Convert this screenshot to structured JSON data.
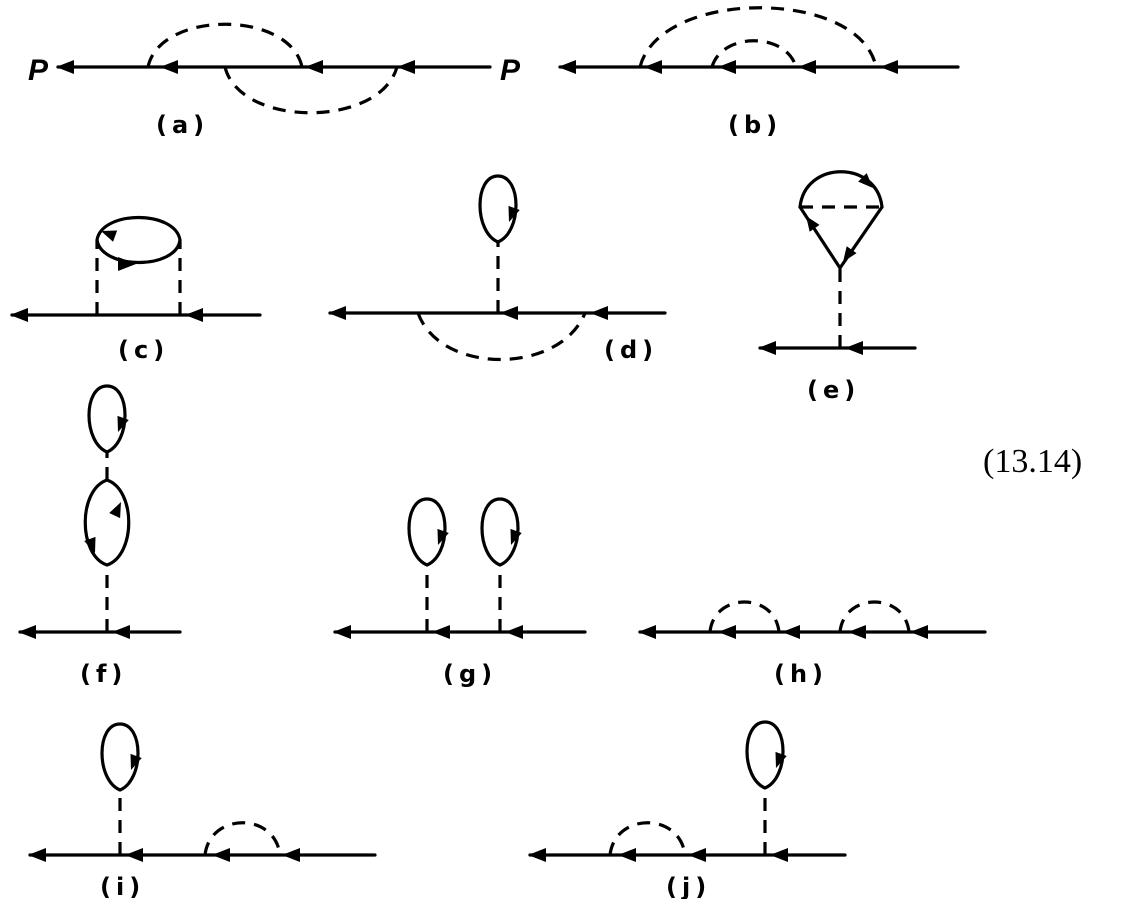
{
  "equation_number": "(13.14)",
  "momentum_label": "P",
  "labels": {
    "a": "(a)",
    "b": "(b)",
    "c": "(c)",
    "d": "(d)",
    "e": "(e)",
    "f": "(f)",
    "g": "(g)",
    "h": "(h)",
    "i": "(i)",
    "j": "(j)"
  }
}
